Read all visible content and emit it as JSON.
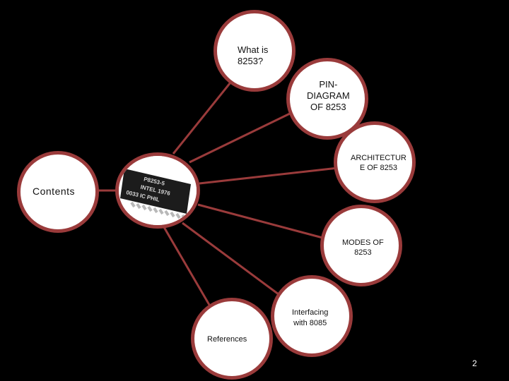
{
  "slide": {
    "page_number": "2",
    "center_chip": {
      "text_line1": "P8253-5",
      "text_line2": "INTEL  1976",
      "text_line3": "0033  IC  PHIL"
    },
    "nodes": [
      {
        "id": "contents",
        "label": "Contents"
      },
      {
        "id": "what-is",
        "label": "What is\n8253?"
      },
      {
        "id": "pin-diagram",
        "label": "PIN-\nDIAGRAM\nOF 8253"
      },
      {
        "id": "architecture",
        "label": "ARCHITECTUR\nE OF 8253"
      },
      {
        "id": "modes",
        "label": "MODES OF\n8253"
      },
      {
        "id": "interfacing",
        "label": "Interfacing\nwith 8085"
      },
      {
        "id": "references",
        "label": "References"
      }
    ]
  },
  "colors": {
    "background": "#000000",
    "node_fill": "#ffffff",
    "node_border": "#9a3b3b",
    "connector": "#9a3b3b",
    "chip_body": "#1c1c1c",
    "chip_text": "#d8d8d8"
  }
}
